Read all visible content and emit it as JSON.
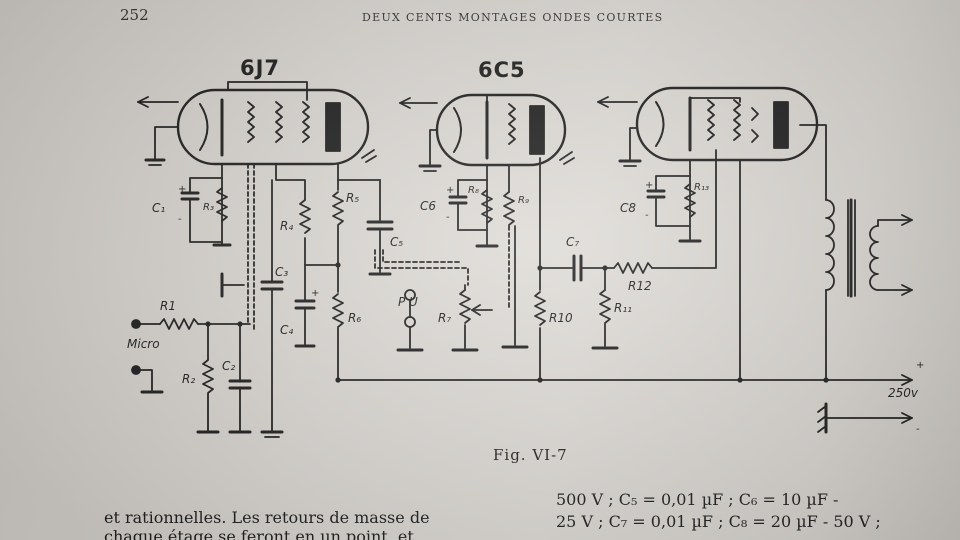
{
  "page": {
    "number": "252",
    "header": "DEUX CENTS MONTAGES ONDES COURTES"
  },
  "tubes": [
    "6J7",
    "6C5"
  ],
  "components": {
    "c1": "C₁",
    "r3": "R₃",
    "r1": "R1",
    "micro": "Micro",
    "r2": "R₂",
    "c2": "C₂",
    "r4": "R₄",
    "c3": "C₃",
    "c4": "C₄",
    "r5": "R₅",
    "r6": "R₆",
    "c5": "C₅",
    "pu": "P U",
    "r7": "R₇",
    "c6": "C6",
    "r8": "R₈",
    "r9": "R₉",
    "r10": "R10",
    "c7": "C₇",
    "r12": "R12",
    "r11": "R₁₁",
    "c8": "C8",
    "r13": "R₁₃",
    "plus": "+",
    "minus": "-",
    "voltage": "250v"
  },
  "figure_caption": "Fig. VI-7",
  "text": {
    "left_line1": "et rationnelles. Les retours de masse de",
    "left_line2": "chaque étage se feront en un point, et",
    "right_line1": "500 V ; C₅ = 0,01 µF ; C₆ = 10 µF -",
    "right_line2": "25 V ; C₇ = 0,01 µF ; C₈ = 20 µF - 50 V ;"
  }
}
